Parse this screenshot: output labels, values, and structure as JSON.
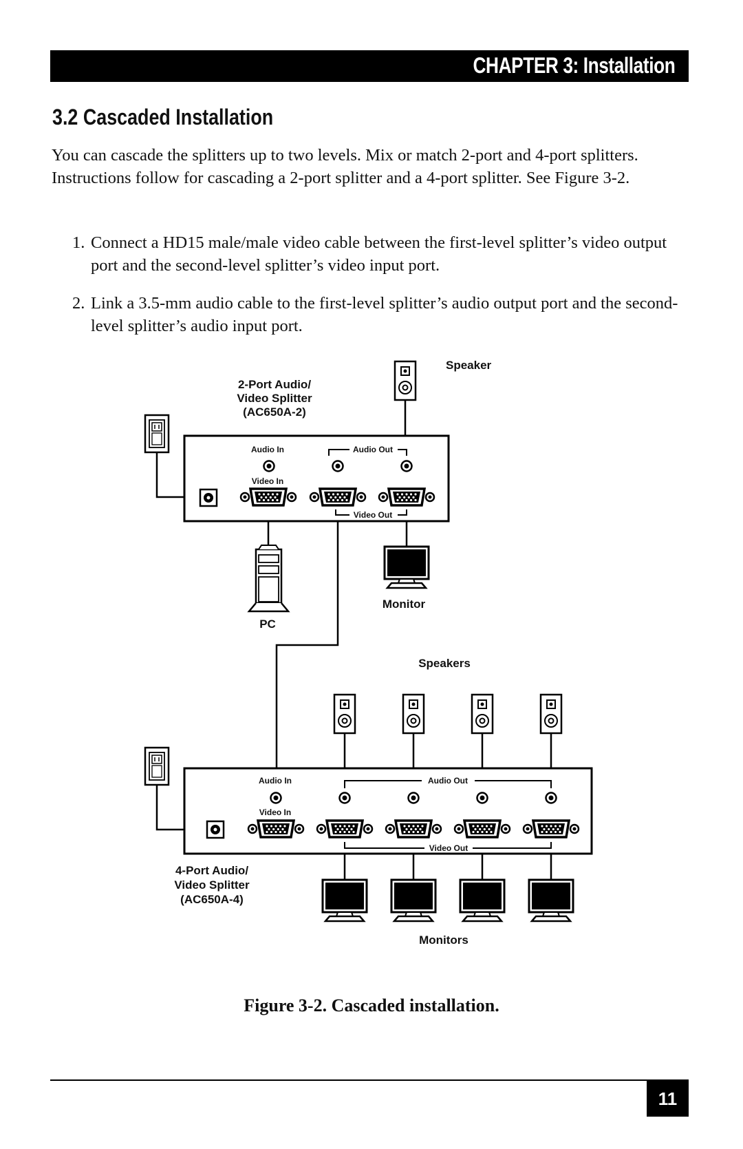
{
  "header": {
    "chapter": "CHAPTER 3: Installation"
  },
  "section": {
    "title": "3.2 Cascaded Installation"
  },
  "intro": "You can cascade the splitters up to two levels. Mix or match 2-port and 4-port splitters. Instructions follow for cascading a 2-port splitter and a 4-port splitter. See Figure 3-2.",
  "steps": [
    {
      "number": "1.",
      "text": "Connect a HD15 male/male video cable between the first-level splitter’s video output port and the second-level splitter’s video input port."
    },
    {
      "number": "2.",
      "text": "Link a 3.5-mm audio cable to the first-level splitter’s audio output port and the second-level splitter’s audio input port."
    }
  ],
  "figure": {
    "speaker_label": "Speaker",
    "splitter2": {
      "line1": "2-Port Audio/",
      "line2": "Video Splitter",
      "line3": "(AC650A-2)"
    },
    "audio_in": "Audio In",
    "audio_out": "Audio Out",
    "video_in": "Video In",
    "video_out": "Video Out",
    "pc_label": "PC",
    "monitor_label": "Monitor",
    "speakers_label": "Speakers",
    "splitter4": {
      "line1": "4-Port Audio/",
      "line2": "Video Splitter",
      "line3": "(AC650A-4)"
    },
    "monitors_label": "Monitors",
    "caption": "Figure 3-2. Cascaded installation."
  },
  "footer": {
    "page_number": "11"
  }
}
